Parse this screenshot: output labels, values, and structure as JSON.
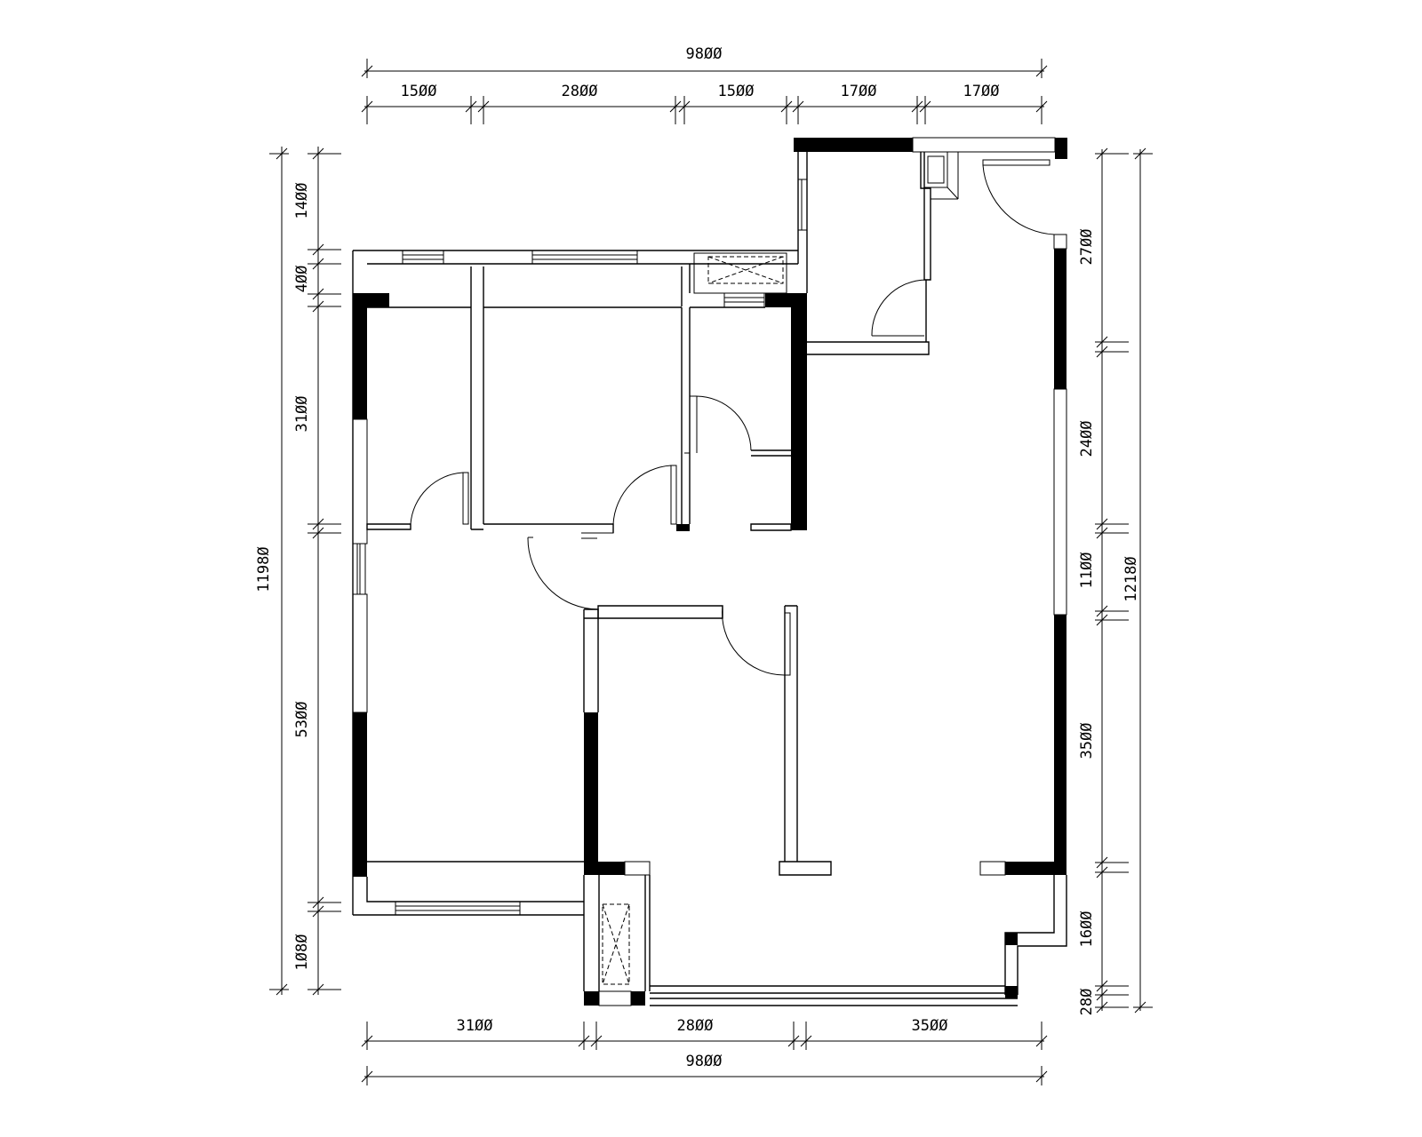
{
  "dimensions": {
    "top_total": "98ØØ",
    "top_segments": [
      "15ØØ",
      "28ØØ",
      "15ØØ",
      "17ØØ",
      "17ØØ"
    ],
    "bottom_segments": [
      "31ØØ",
      "28ØØ",
      "35ØØ"
    ],
    "bottom_total": "98ØØ",
    "left_total": "1198Ø",
    "left_segments": [
      "14ØØ",
      "4ØØ",
      "31ØØ",
      "53ØØ",
      "1Ø8Ø"
    ],
    "right_total": "1218Ø",
    "right_segments": [
      "27ØØ",
      "24ØØ",
      "11ØØ",
      "35ØØ",
      "16ØØ",
      "28Ø"
    ]
  }
}
